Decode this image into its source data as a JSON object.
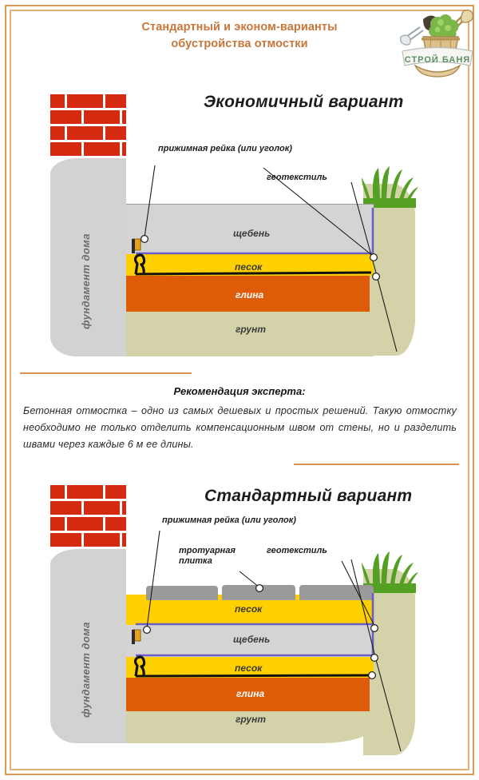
{
  "header": {
    "title_line1": "Стандартный и эконом-варианты",
    "title_line2": "обустройства отмостки",
    "title_color": "#c8763a"
  },
  "logo": {
    "name": "stroy-banya-logo",
    "text": "СТРОЙ БАНЯ",
    "text_color": "#5d8f66"
  },
  "colors": {
    "frame_outer": "#d79a50",
    "frame_inner": "#e3b074",
    "brick": "#d42a10",
    "foundation": "#d2d2d2",
    "ground": "#d4d2a8",
    "sand": "#ffd000",
    "clay": "#de5c08",
    "gravel": "#d4d4d4",
    "geotextile": "#6b5fc6",
    "paver": "#9a9a9a",
    "grass": "#53a022",
    "rule": "#d79450"
  },
  "diagram_top": {
    "title": "Экономичный вариант",
    "foundation_label": "фундамент дома",
    "callouts": [
      {
        "text": "прижимная рейка (или уголок)",
        "target": "clamping-strip"
      },
      {
        "text": "геотекстиль",
        "target": "geotextile"
      }
    ],
    "layers": [
      {
        "name": "gravel",
        "label": "щебень",
        "color": "#d4d4d4",
        "label_color": "dark"
      },
      {
        "name": "sand",
        "label": "песок",
        "color": "#ffd000",
        "label_color": "dark"
      },
      {
        "name": "clay",
        "label": "глина",
        "color": "#de5c08",
        "label_color": "white"
      },
      {
        "name": "ground",
        "label": "грунт",
        "color": "#d4d2a8",
        "label_color": "dark"
      }
    ]
  },
  "expert": {
    "title": "Рекомендация эксперта:",
    "body": "Бетонная отмостка – одно из самых дешевых и простых решений. Такую отмостку необходимо не только отделить компенсационным швом от стены, но и разделить швами через каждые 6 м ее длины."
  },
  "diagram_bottom": {
    "title": "Стандартный вариант",
    "foundation_label": "фундамент дома",
    "callouts": [
      {
        "text": "прижимная рейка (или уголок)",
        "target": "clamping-strip"
      },
      {
        "text": "тротуарная",
        "target": "paving-tile-1"
      },
      {
        "text": "плитка",
        "target": "paving-tile-2"
      },
      {
        "text": "геотекстиль",
        "target": "geotextile"
      }
    ],
    "layers": [
      {
        "name": "paver",
        "label": "",
        "color": "#9a9a9a",
        "label_color": "dark"
      },
      {
        "name": "sand-1",
        "label": "песок",
        "color": "#ffd000",
        "label_color": "dark"
      },
      {
        "name": "gravel",
        "label": "щебень",
        "color": "#d4d4d4",
        "label_color": "dark"
      },
      {
        "name": "sand-2",
        "label": "песок",
        "color": "#ffd000",
        "label_color": "dark"
      },
      {
        "name": "clay",
        "label": "глина",
        "color": "#de5c08",
        "label_color": "white"
      },
      {
        "name": "ground",
        "label": "грунт",
        "color": "#d4d2a8",
        "label_color": "dark"
      }
    ]
  }
}
